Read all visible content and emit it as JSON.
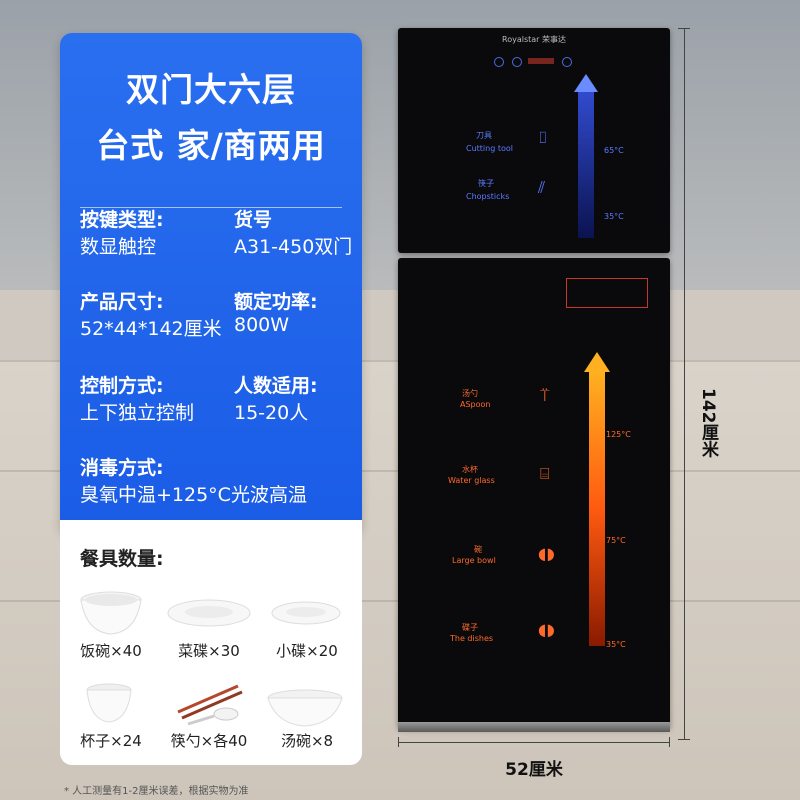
{
  "card": {
    "title_line1": "双门大六层",
    "title_line2": "台式  家/商两用",
    "specs": [
      {
        "label": "按键类型:",
        "value": "数显触控"
      },
      {
        "label": "货号",
        "value": "A31-450双门"
      },
      {
        "label": "产品尺寸:",
        "value": "52*44*142厘米"
      },
      {
        "label": "额定功率:",
        "value": "800W"
      },
      {
        "label": "控制方式:",
        "value": "上下独立控制"
      },
      {
        "label": "人数适用:",
        "value": "15-20人"
      },
      {
        "label": "消毒方式:",
        "value": "臭氧中温+125°C光波高温"
      }
    ]
  },
  "dishes": {
    "title": "餐具数量:",
    "items": [
      {
        "label": "饭碗×40"
      },
      {
        "label": "菜碟×30"
      },
      {
        "label": "小碟×20"
      },
      {
        "label": "杯子×24"
      },
      {
        "label": "筷勺×各40"
      },
      {
        "label": "汤碗×8"
      }
    ]
  },
  "cabinet": {
    "brand": "Royalstar 荣事达",
    "top_items": [
      {
        "cn": "刀具",
        "en": "Cutting tool"
      },
      {
        "cn": "筷子",
        "en": "Chopsticks"
      }
    ],
    "top_temps": [
      "65°C",
      "35°C"
    ],
    "bottom_items": [
      {
        "cn": "汤勺",
        "en": "ASpoon"
      },
      {
        "cn": "水杯",
        "en": "Water glass"
      },
      {
        "cn": "碗",
        "en": "Large bowl"
      },
      {
        "cn": "碟子",
        "en": "The dishes"
      }
    ],
    "bottom_temps": [
      "125°C",
      "75°C",
      "35°C"
    ]
  },
  "dimensions": {
    "height": "142厘米",
    "width": "52厘米"
  },
  "footnote": "* 人工测量有1-2厘米误差，根据实物为准"
}
